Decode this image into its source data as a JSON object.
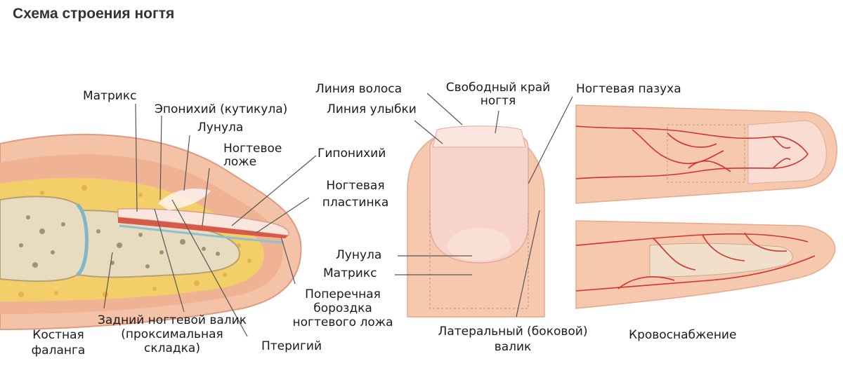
{
  "title": "Схема строения ногтя",
  "colors": {
    "skin": "#f4c2a6",
    "skin_dark": "#e9a78a",
    "nail": "#f7d3c9",
    "nail_edge": "#fbe6df",
    "bone": "#e8dcc0",
    "bone_pattern": "#8c7a52",
    "fat": "#f3cf6a",
    "vessel": "#d2322a",
    "leader": "#555555"
  },
  "labels": {
    "matrix_left": "Матрикс",
    "eponychium": "Эпонихий (кутикула)",
    "lunula_left": "Лунула",
    "nail_bed_1": "Ногтевое",
    "nail_bed_2": "ложе",
    "hyponychium": "Гипонихий",
    "nail_plate_1": "Ногтевая",
    "nail_plate_2": "пластинка",
    "hair_line": "Линия волоса",
    "smile_line": "Линия улыбки",
    "free_edge_1": "Свободный край",
    "free_edge_2": "ногтя",
    "nail_sinus": "Ногтевая пазуха",
    "lunula_mid": "Лунула",
    "matrix_mid": "Матрикс",
    "groove_1": "Поперечная",
    "groove_2": "бороздка",
    "groove_3": "ногтевого ложа",
    "bone_1": "Костная",
    "bone_2": "фаланга",
    "fold_1": "Задний ногтевой валик",
    "fold_2": "(проксимальная",
    "fold_3": "складка)",
    "pterygium": "Птеригий",
    "lateral_1": "Латеральный (боковой)",
    "lateral_2": "валик",
    "blood_supply": "Кровоснабжение"
  }
}
